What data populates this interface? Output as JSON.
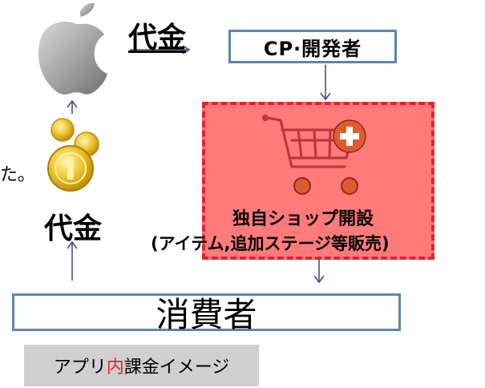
{
  "top_payment_label": "代金",
  "mid_payment_label": "代金",
  "cp_developer_label": "CP·開発者",
  "consumer_label": "消費者",
  "shop_title": "独自ショップ開設",
  "shop_subtitle": "(アイテム,追加ステージ等販売)",
  "stray_text": "た。",
  "caption": {
    "before": "アプリ",
    "accent": "内",
    "after": "課金イメージ"
  },
  "colors": {
    "box_border": "#5b86ad",
    "arrow": "#4b4b8a",
    "shop_fill": "#ff4646",
    "shop_border": "#e8202a",
    "caption_bg": "#d0d0d0",
    "accent_text": "#e8202a"
  },
  "icons": [
    "apple-logo-icon",
    "coins-icon",
    "shopping-cart-plus-icon"
  ]
}
